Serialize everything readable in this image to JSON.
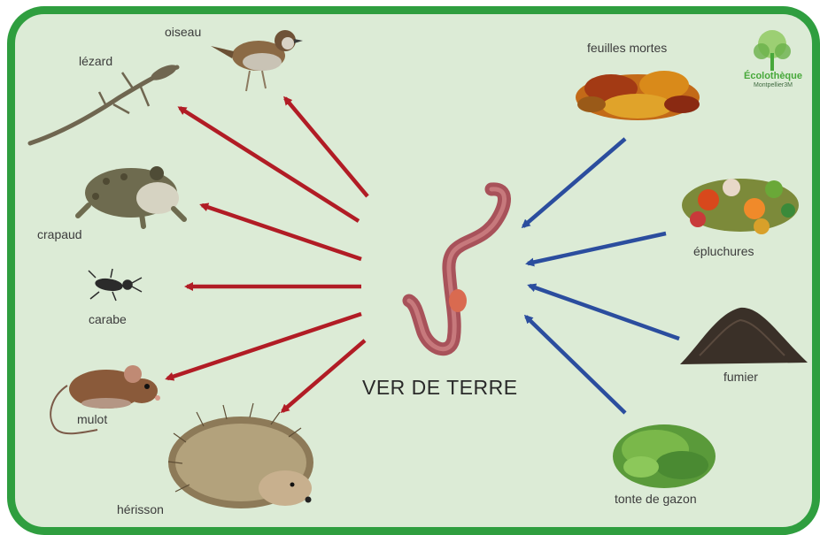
{
  "title": "VER DE TERRE",
  "predators": [
    {
      "id": "oiseau",
      "label": "oiseau"
    },
    {
      "id": "lezard",
      "label": "lézard"
    },
    {
      "id": "crapaud",
      "label": "crapaud"
    },
    {
      "id": "carabe",
      "label": "carabe"
    },
    {
      "id": "mulot",
      "label": "mulot"
    },
    {
      "id": "herisson",
      "label": "hérisson"
    }
  ],
  "foods": [
    {
      "id": "feuilles-mortes",
      "label": "feuilles mortes"
    },
    {
      "id": "epluchures",
      "label": "épluchures"
    },
    {
      "id": "fumier",
      "label": "fumier"
    },
    {
      "id": "tonte-de-gazon",
      "label": "tonte de gazon"
    }
  ],
  "logo": {
    "name": "Écolothèque",
    "subtitle": "Montpellier3M"
  },
  "colors": {
    "frame": "#2f9e3f",
    "background": "#dcebd6",
    "predator_arrows": "#b11c25",
    "food_arrows": "#2b4d9e",
    "logo_green": "#47a83a"
  }
}
